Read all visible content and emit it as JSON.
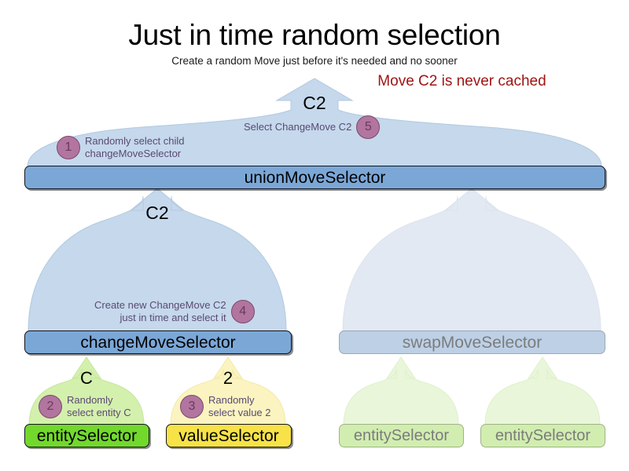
{
  "header": {
    "title": "Just in time random selection",
    "subtitle": "Create a random Move just before it's needed and no sooner",
    "note": "Move C2 is never cached",
    "note_color": "#a01414"
  },
  "colors": {
    "box_blue": "#7ba7d7",
    "box_blue_faded": "#bdd0e6",
    "box_green": "#72d82c",
    "box_yellow": "#f7e247",
    "box_green_faded": "#d1edb0",
    "arrow_blue": "#c5d8ec",
    "arrow_green": "#d4f0ad",
    "arrow_yellow": "#fbf4c0",
    "arrow_faded_blue": "#e2e9f3",
    "arrow_faded_green": "#e9f6da",
    "badge_fill": "#b2759f",
    "badge_text": "#6b3a5c",
    "annotation_text": "#5b4a72"
  },
  "nodes": {
    "union": "unionMoveSelector",
    "change": "changeMoveSelector",
    "swap": "swapMoveSelector",
    "entity_left": "entitySelector",
    "value_left": "valueSelector",
    "entity_swap_1": "entitySelector",
    "entity_swap_2": "entitySelector"
  },
  "flow_labels": {
    "top": "C2",
    "change_out": "C2",
    "entity_out": "C",
    "value_out": "2"
  },
  "steps": [
    {
      "id": 1,
      "number": "1",
      "text": "Randomly select child\nchangeMoveSelector",
      "align": "left"
    },
    {
      "id": 2,
      "number": "2",
      "text": "Randomly\nselect entity C",
      "align": "left"
    },
    {
      "id": 3,
      "number": "3",
      "text": "Randomly\nselect value 2",
      "align": "left"
    },
    {
      "id": 4,
      "number": "4",
      "text": "Create new ChangeMove C2\njust in time and select it",
      "align": "right"
    },
    {
      "id": 5,
      "number": "5",
      "text": "Select ChangeMove C2",
      "align": "right"
    }
  ]
}
